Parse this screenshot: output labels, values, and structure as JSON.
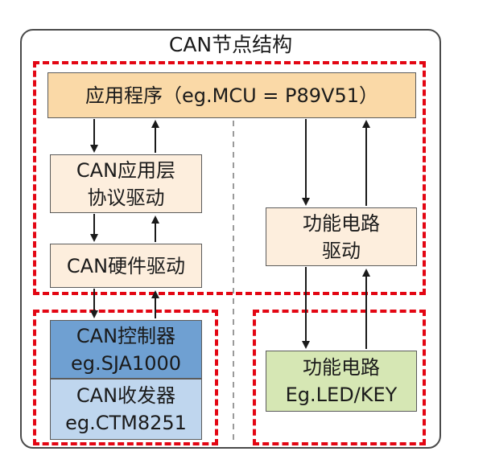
{
  "title": "CAN节点结构",
  "application": "应用程序（eg.MCU = P89V51）",
  "can_app_layer": [
    "CAN应用层",
    "协议驱动"
  ],
  "can_hw_driver": "CAN硬件驱动",
  "function_driver": [
    "功能电路",
    "驱动"
  ],
  "can_controller": [
    "CAN控制器",
    "eg.SJA1000"
  ],
  "can_transceiver": [
    "CAN收发器",
    "eg.CTM8251"
  ],
  "function_circuit": [
    "功能电路",
    "Eg.LED/KEY"
  ],
  "colors": {
    "dash_red": "#e30613",
    "application_fill": "#fad9a7",
    "driver_fill": "#fdeedd",
    "controller_fill": "#6fa0d2",
    "transceiver_fill": "#bfd6ee",
    "function_fill": "#d6e7b4"
  }
}
